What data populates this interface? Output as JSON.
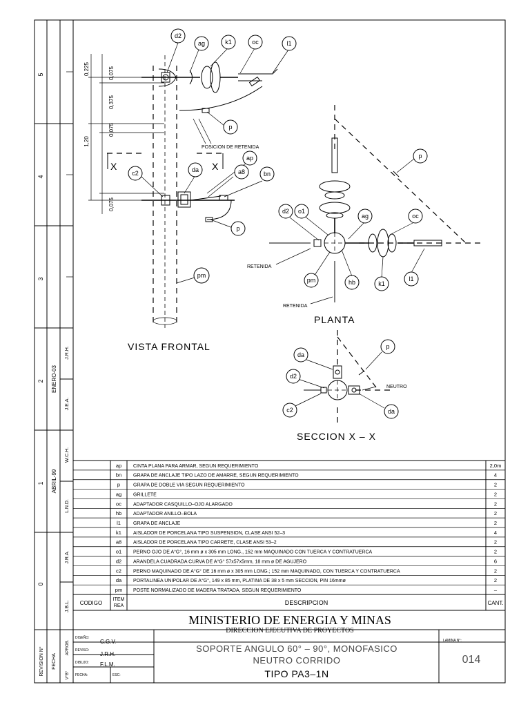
{
  "zones": [
    "5",
    "4",
    "3",
    "2",
    "1",
    "0"
  ],
  "revisions": [
    {
      "date": "ENERO-03",
      "by": "J.R.H.",
      "check": "J.E.A."
    },
    {
      "date": "ABRIL-99",
      "by": "W.C.H.",
      "check": "L.N.D."
    },
    {
      "date": "",
      "by": "J.R.A.",
      "check": "J.B.L."
    }
  ],
  "frontal": {
    "title": "VISTA FRONTAL",
    "dims": [
      "0,225",
      "0,075",
      "0,375",
      "0,075",
      "1,20",
      "0,075"
    ],
    "section_mark": "X",
    "retenida_note": "POSICION DE RETENIDA",
    "labels": [
      "d2",
      "ag",
      "k1",
      "oc",
      "l1",
      "p",
      "ap",
      "c2",
      "da",
      "a8",
      "bn",
      "p",
      "pm"
    ]
  },
  "planta": {
    "title": "PLANTA",
    "retenida_1": "RETENIDA",
    "retenida_2": "RETENIDA",
    "labels": [
      "p",
      "d2",
      "o1",
      "ag",
      "oc",
      "pm",
      "hb",
      "k1",
      "l1"
    ]
  },
  "seccion": {
    "title": "SECCION   X  –  X",
    "neutro": "NEUTRO",
    "labels": [
      "p",
      "da",
      "d2",
      "c2",
      "da"
    ]
  },
  "table": {
    "rows": [
      {
        "code": "",
        "item": "ap",
        "desc": "CINTA PLANA PARA ARMAR, SEGUN REQUERIMIENTO",
        "qty": "2,0m"
      },
      {
        "code": "",
        "item": "bn",
        "desc": "GRAPA DE ANCLAJE TIPO LAZO DE AMARRE, SEGUN REQUERIMIENTO",
        "qty": "4"
      },
      {
        "code": "",
        "item": "p",
        "desc": "GRAPA DE DOBLE VIA SEGUN REQUERIMIENTO",
        "qty": "2"
      },
      {
        "code": "",
        "item": "ag",
        "desc": "GRILLETE",
        "qty": "2"
      },
      {
        "code": "",
        "item": "oc",
        "desc": "ADAPTADOR CASQUILLO–OJO ALARGADO",
        "qty": "2"
      },
      {
        "code": "",
        "item": "hb",
        "desc": "ADAPTADOR ANILLO–BOLA",
        "qty": "2"
      },
      {
        "code": "",
        "item": "l1",
        "desc": "GRAPA DE ANCLAJE",
        "qty": "2"
      },
      {
        "code": "",
        "item": "k1",
        "desc": "AISLADOR DE PORCELANA TIPO SUSPENSION, CLASE ANSI 52–3",
        "qty": "4"
      },
      {
        "code": "",
        "item": "a8",
        "desc": "AISLADOR DE PORCELANA TIPO CARRETE, CLASE ANSI 53–2",
        "qty": "2"
      },
      {
        "code": "",
        "item": "o1",
        "desc": "PERNO OJO DE A°G°, 16 mm ø x 305 mm LONG., 152 mm MAQUINADO CON TUERCA Y CONTRATUERCA",
        "qty": "2"
      },
      {
        "code": "",
        "item": "d2",
        "desc": "ARANDELA CUADRADA CURVA DE A°G° 57x57x5mm, 18 mm ø DE AGUJERO",
        "qty": "6"
      },
      {
        "code": "",
        "item": "c2",
        "desc": "PERNO MAQUINADO DE A°G° DE 16 mm ø x 305 mm LONG.; 152 mm MAQUINADO, CON TUERCA Y CONTRATUERCA",
        "qty": "2"
      },
      {
        "code": "",
        "item": "da",
        "desc": "PORTALINEA UNIPOLAR  DE A°G°, 149 x 85 mm, PLATINA DE 38 x 5 mm SECCION, PIN 16mmø",
        "qty": "2"
      },
      {
        "code": "",
        "item": "pm",
        "desc": "POSTE NORMALIZADO DE MADERA TRATADA, SEGUN REQUERIMIENTO",
        "qty": "–"
      }
    ],
    "header": {
      "code": "CODIGO",
      "item_1": "ITEM",
      "item_2": "REA",
      "desc": "DESCRIPCION",
      "qty": "CANT."
    }
  },
  "titleblock": {
    "ministry": "MINISTERIO DE ENERGIA Y MINAS",
    "direction": "DIRECCION EJECUTIVA DE PROYECTOS",
    "title_1": "SOPORTE ANGULO 60° – 90°, MONOFASICO",
    "title_2": "NEUTRO CORRIDO",
    "title_3": "TIPO PA3–1N",
    "lamina_label": "LAMINA N°:",
    "lamina": "014",
    "revision_label": "REVISION N°",
    "fecha_label": "FECHA",
    "aprob_label": "APROB.",
    "vb_label": "V°B°",
    "diseno_label": "DISEÑO:",
    "diseno": "C.G.V.",
    "reviso_label": "REVISO:",
    "reviso": "J.R.H.",
    "dibujo_label": "DIBUJO:",
    "dibujo": "F.L.M.",
    "fecha2_label": "FECHA:",
    "esc_label": "ESC:"
  }
}
